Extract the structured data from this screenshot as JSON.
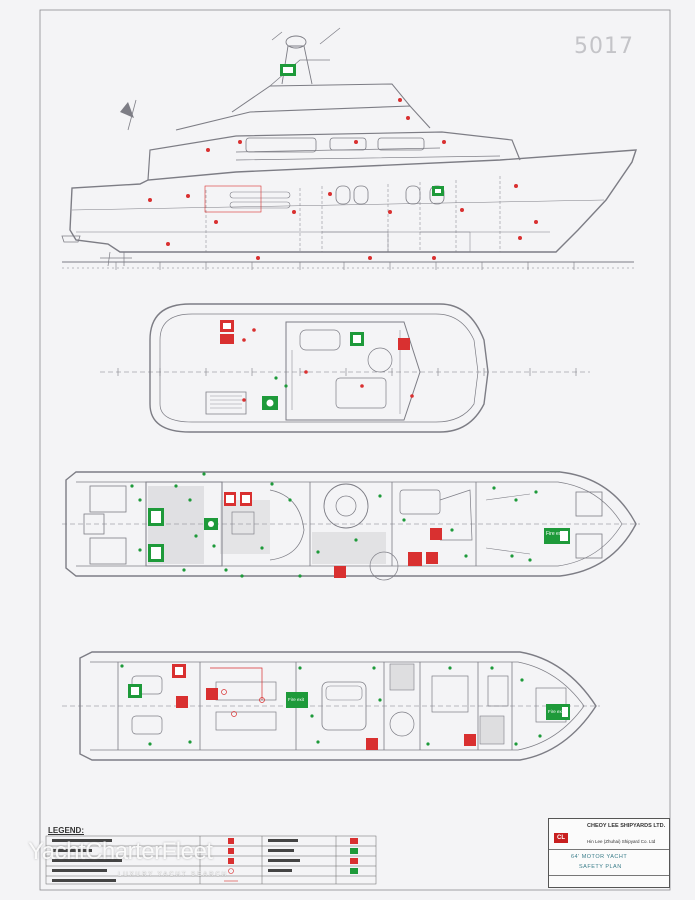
{
  "sheet_number": "5017",
  "legend": {
    "title": "LEGEND:"
  },
  "title_block": {
    "company": "CHEOY LEE SHIPYARDS LTD.",
    "subsidiary": "Hin Lee (Zhuhai) Shipyard Co. Ltd",
    "logo_text": "CL",
    "model": "64' MOTOR YACHT",
    "plan": "SAFETY PLAN"
  },
  "watermark": {
    "brand": "YachtCharterFleet",
    "tagline": "LUXURY YACHT SEARCH"
  },
  "sign_labels": {
    "fire_exit": "Fire exit"
  },
  "colors": {
    "line": "#8a8a90",
    "safety_red": "#d93030",
    "safety_green": "#1e9a3a",
    "deck_grey": "#9a9aa0"
  }
}
